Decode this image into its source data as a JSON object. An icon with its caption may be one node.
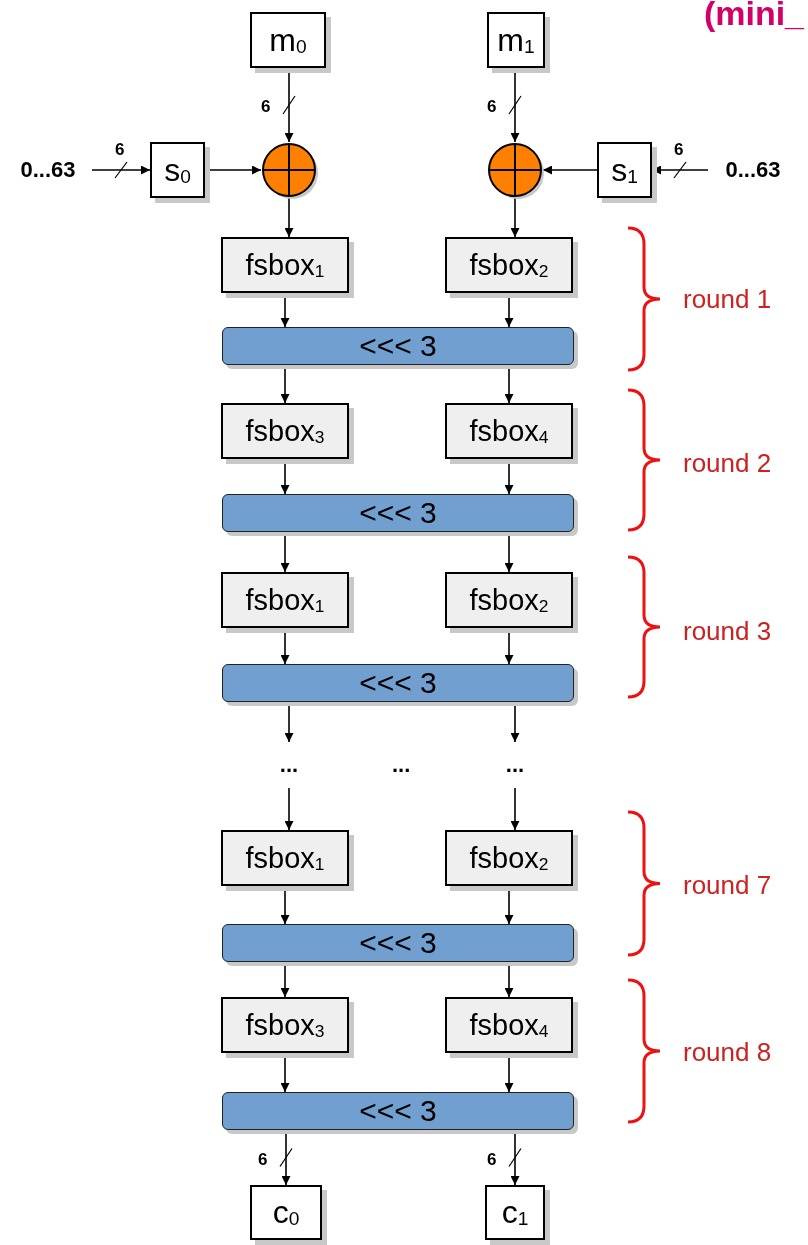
{
  "diagram": {
    "title": "(mini_",
    "nodes": [
      {
        "text": [
          "m$_{0}$"
        ]
      },
      {
        "text": [
          "m$_{1}$"
        ]
      },
      {
        "text": [
          "0...63"
        ]
      },
      {
        "text": [
          "s$_{0}$"
        ]
      },
      {
        "text": [],
        "shape": "circle"
      },
      {
        "text": [],
        "shape": "circle"
      },
      {
        "text": [
          "s$_{1}$"
        ]
      },
      {
        "text": [
          "0...63"
        ]
      },
      {
        "text": [
          "fsbox$_{1}$"
        ]
      },
      {
        "text": [
          "fsbox$_{2}$"
        ]
      },
      {
        "text": [
          "<<< 3"
        ]
      },
      {
        "text": [
          "fsbox$_{3}$"
        ]
      },
      {
        "text": [
          "fsbox$_{4}$"
        ]
      },
      {
        "text": [
          "<<< 3"
        ]
      },
      {
        "text": [
          "fsbox$_{1}$"
        ]
      },
      {
        "text": [
          "fsbox$_{2}$"
        ]
      },
      {
        "text": [
          "<<< 3"
        ]
      },
      {
        "text": [
          "..."
        ]
      },
      {
        "text": [
          "..."
        ]
      },
      {
        "text": [
          "fsbox$_{1}$"
        ]
      },
      {
        "text": [
          "fsbox$_{2}$"
        ]
      },
      {
        "text": [
          "<<< 3"
        ]
      },
      {
        "text": [
          "fsbox$_{3}$"
        ]
      },
      {
        "text": [
          "fsbox$_{4}$"
        ]
      },
      {
        "text": [
          "<<< 3"
        ]
      },
      {
        "text": [
          "c$_{0}$"
        ]
      },
      {
        "text": [
          "c$_{1}$"
        ]
      }
    ],
    "edges": [
      {
        "from": 2,
        "to": 3,
        "arrow": "to",
        "label": "6"
      },
      {
        "from": 3,
        "to": 4,
        "arrow": "to"
      },
      {
        "from": 0,
        "to": 4,
        "arrow": "to",
        "label": "6"
      },
      {
        "from": 1,
        "to": 5,
        "arrow": "to",
        "label": "6"
      },
      {
        "from": 6,
        "to": 5,
        "arrow": "to"
      },
      {
        "from": 7,
        "to": 6,
        "arrow": "to",
        "label": "6"
      },
      {
        "from": 4,
        "to": 8,
        "arrow": "to"
      },
      {
        "from": 5,
        "to": 9,
        "arrow": "to"
      },
      {
        "from": 8,
        "to": 10,
        "arrow": "to"
      },
      {
        "from": 9,
        "to": 10,
        "arrow": "to"
      },
      {
        "from": 10,
        "to": 11,
        "arrow": "to"
      },
      {
        "from": 10,
        "to": 12,
        "arrow": "to"
      },
      {
        "from": 11,
        "to": 13,
        "arrow": "to"
      },
      {
        "from": 12,
        "to": 13,
        "arrow": "to"
      },
      {
        "from": 13,
        "to": 14,
        "arrow": "to"
      },
      {
        "from": 13,
        "to": 15,
        "arrow": "to"
      },
      {
        "from": 14,
        "to": 16,
        "arrow": "to"
      },
      {
        "from": 15,
        "to": 16,
        "arrow": "to"
      },
      {
        "from": 16,
        "to": 17,
        "arrow": "to"
      },
      {
        "from": 16,
        "to": 18,
        "arrow": "to"
      },
      {
        "from": 17,
        "to": 19,
        "arrow": "to"
      },
      {
        "from": 18,
        "to": 20,
        "arrow": "to"
      },
      {
        "from": 19,
        "to": 21,
        "arrow": "to"
      },
      {
        "from": 20,
        "to": 21,
        "arrow": "to"
      },
      {
        "from": 21,
        "to": 22,
        "arrow": "to"
      },
      {
        "from": 21,
        "to": 23,
        "arrow": "to"
      },
      {
        "from": 22,
        "to": 24,
        "arrow": "to"
      },
      {
        "from": 23,
        "to": 24,
        "arrow": "to"
      },
      {
        "from": 24,
        "to": 25,
        "arrow": "to",
        "label": "6"
      },
      {
        "from": 24,
        "to": 26,
        "arrow": "to",
        "label": "6"
      }
    ],
    "labels": [
      "...",
      "round 1",
      "round 2",
      "round 3",
      "round 7",
      "round 8"
    ]
  }
}
